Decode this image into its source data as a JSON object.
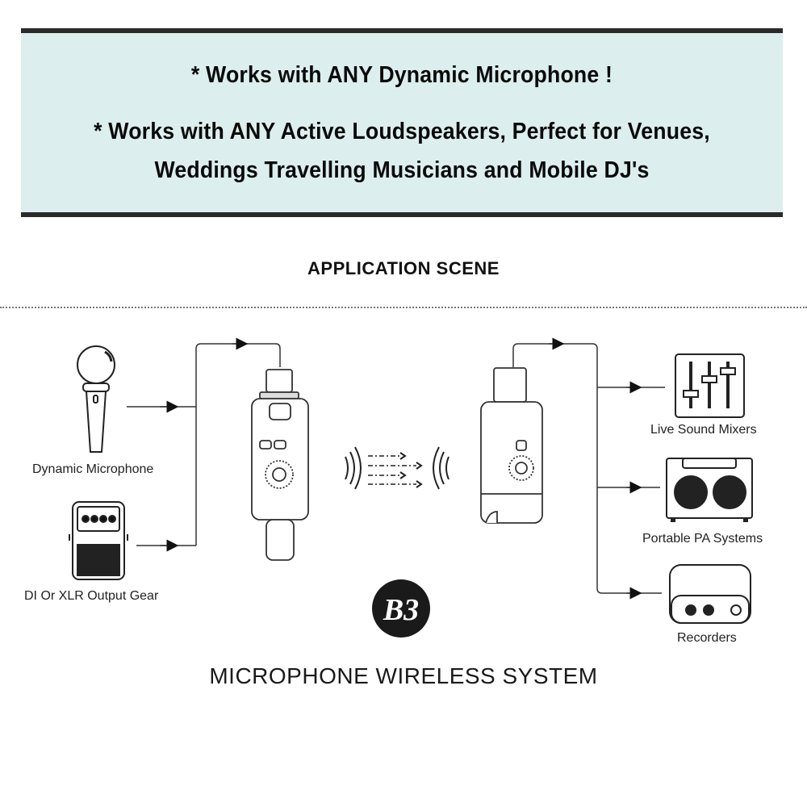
{
  "banner": {
    "line1": "* Works with ANY Dynamic Microphone !",
    "line2": "* Works with ANY Active Loudspeakers, Perfect for Venues,",
    "line3": "Weddings Travelling Musicians and Mobile DJ's",
    "background": "#dcefee",
    "border": "#2b2b2b"
  },
  "section_title": "APPLICATION SCENE",
  "inputs": [
    {
      "label": "Dynamic Microphone",
      "icon": "microphone-icon"
    },
    {
      "label": "DI Or XLR Output Gear",
      "icon": "pedal-icon"
    }
  ],
  "devices": {
    "transmitter": "transmitter-icon",
    "receiver": "receiver-icon",
    "signal": "wireless-signal-icon"
  },
  "outputs": [
    {
      "label": "Live Sound Mixers",
      "icon": "mixer-icon"
    },
    {
      "label": "Portable PA Systems",
      "icon": "speaker-icon"
    },
    {
      "label": "Recorders",
      "icon": "recorder-icon"
    }
  ],
  "logo": {
    "text": "B3",
    "icon": "brand-logo-icon"
  },
  "footer": "MICROPHONE WIRELESS SYSTEM"
}
